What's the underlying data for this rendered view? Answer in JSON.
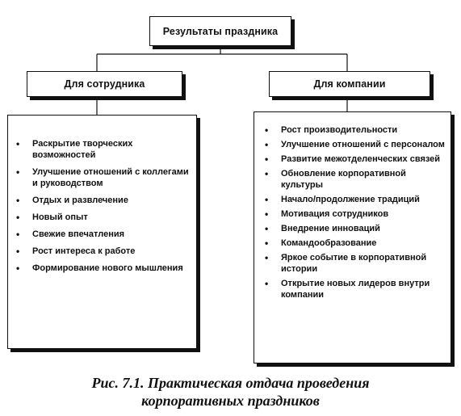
{
  "diagram": {
    "root": {
      "label": "Результаты праздника"
    },
    "left": {
      "header": "Для сотрудника",
      "items": [
        "Раскрытие творческих возможностей",
        "Улучшение отношений с коллегами и руководством",
        "Отдых и развлечение",
        "Новый опыт",
        "Свежие впечатления",
        "Рост интереса к работе",
        "Формирование нового мышления"
      ]
    },
    "right": {
      "header": "Для компании",
      "items": [
        "Рост производительности",
        "Улучшение отношений с персоналом",
        "Развитие межотделенческих связей",
        "Обновление корпоративной культуры",
        "Начало/продолжение традиций",
        "Мотивация сотрудников",
        "Внедрение инноваций",
        "Командообразование",
        "Яркое событие в корпоративной истории",
        "Открытие новых лидеров внутри компании"
      ]
    }
  },
  "caption": {
    "line1": "Рис. 7.1. Практическая отдача проведения",
    "line2": "корпоративных праздников"
  }
}
